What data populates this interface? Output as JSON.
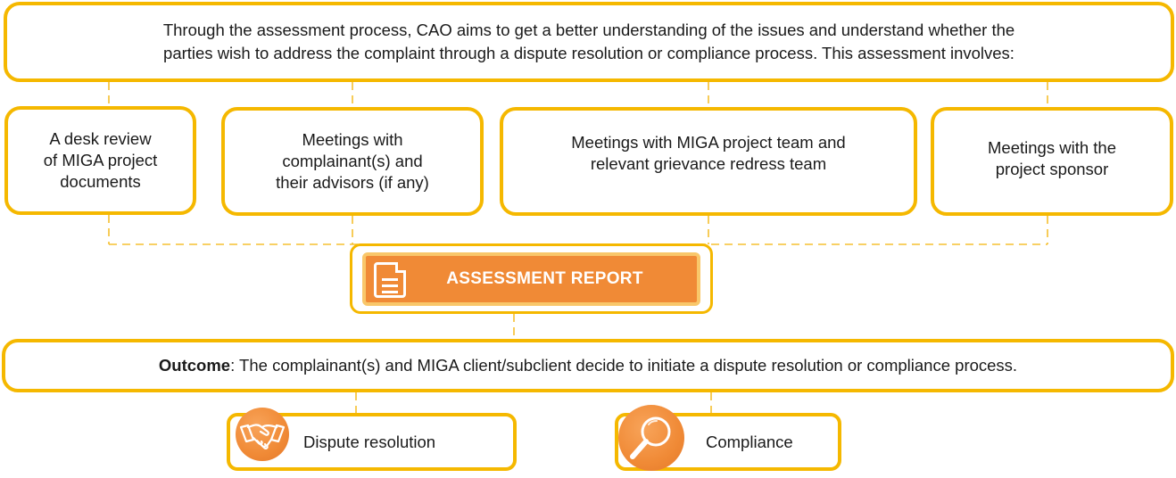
{
  "intro": {
    "line1": "Through the assessment process, CAO aims to get a better understanding of the issues and understand whether the",
    "line2": "parties wish to address the complaint through a dispute resolution or compliance process. This assessment involves:"
  },
  "steps": [
    {
      "line1": "A desk review",
      "line2": "of MIGA project",
      "line3": "documents"
    },
    {
      "line1": "Meetings with",
      "line2": "complainant(s) and",
      "line3": "their advisors (if any)"
    },
    {
      "line1": "Meetings with MIGA project team and",
      "line2": "relevant grievance redress team"
    },
    {
      "line1": "Meetings with the",
      "line2": "project sponsor"
    }
  ],
  "report": {
    "label": "ASSESSMENT REPORT",
    "icon": "document-icon"
  },
  "outcome": {
    "label": "Outcome",
    "text": ": The complainant(s) and MIGA client/subclient decide to initiate a dispute resolution or compliance process."
  },
  "paths": [
    {
      "label": "Dispute resolution",
      "icon": "handshake-icon"
    },
    {
      "label": "Compliance",
      "icon": "magnifier-icon"
    }
  ],
  "colors": {
    "border": "#f5b800",
    "connector": "#f5c030",
    "accent_orange": "#f08a36",
    "report_inner_border": "#f9c76a",
    "text": "#1a1a1a"
  }
}
